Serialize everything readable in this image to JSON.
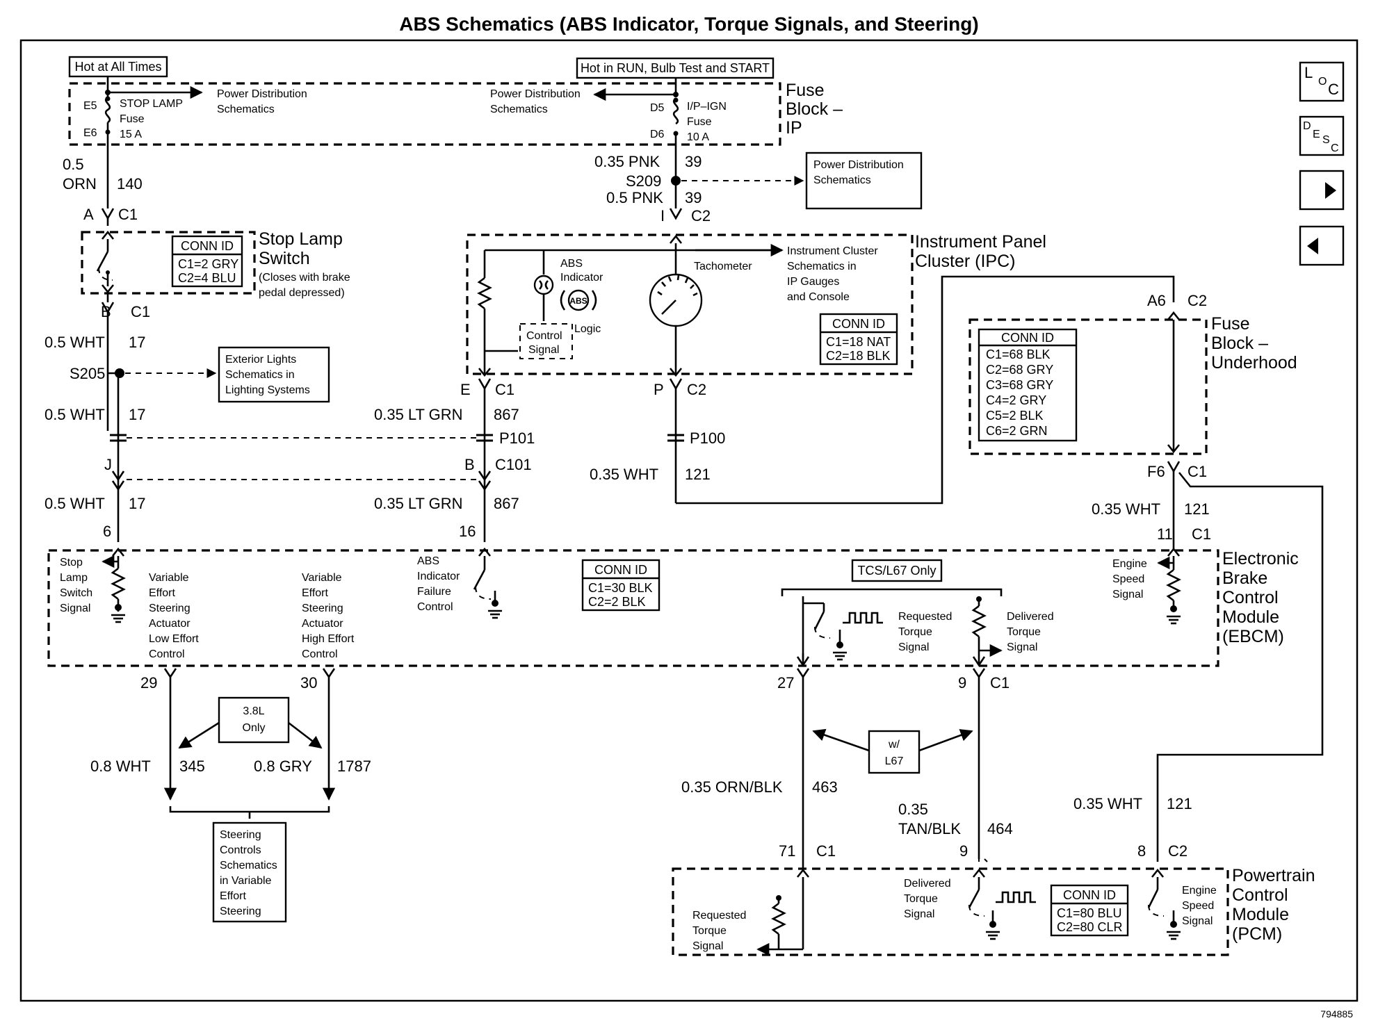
{
  "title": "ABS Schematics (ABS Indicator, Torque Signals, and Steering)",
  "figure_number": "794885",
  "nav_icons": [
    "location-icon",
    "description-icon",
    "next-arrow-icon",
    "previous-arrow-icon"
  ],
  "nav": {
    "loc": [
      "L",
      "O",
      "C"
    ],
    "desc": [
      "D",
      "E",
      "S",
      "C"
    ]
  },
  "fuse_block_ip": {
    "title": [
      "Fuse",
      "Block –",
      "IP"
    ],
    "hot_left": "Hot at All Times",
    "hot_right": "Hot in RUN, Bulb Test and START",
    "stop_fuse": {
      "pin_top": "E5",
      "pin_bot": "E6",
      "name": "STOP LAMP",
      "word": "Fuse",
      "rating": "15 A"
    },
    "ign_fuse": {
      "pin_top": "D5",
      "pin_bot": "D6",
      "name": "I/P–IGN",
      "word": "Fuse",
      "rating": "10 A"
    },
    "pd_left": [
      "Power Distribution",
      "Schematics"
    ],
    "pd_right": [
      "Power Distribution",
      "Schematics"
    ]
  },
  "wires": {
    "orn_size": "0.5",
    "orn_color": "ORN",
    "orn_circuit": "140",
    "pnk1_gauge": "0.35 PNK",
    "pnk1_circuit": "39",
    "s209": "S209",
    "pnk2_gauge": "0.5 PNK",
    "pnk2_circuit": "39",
    "wht17_a": "0.5 WHT",
    "wht17_a_circuit": "17",
    "s205": "S205",
    "wht17_b": "0.5 WHT",
    "wht17_b_circuit": "17",
    "wht17_c": "0.5 WHT",
    "wht17_c_circuit": "17",
    "ltgrn_a": "0.35 LT GRN",
    "ltgrn_a_circuit": "867",
    "ltgrn_b": "0.35 LT GRN",
    "ltgrn_b_circuit": "867",
    "wht121_a": "0.35 WHT",
    "wht121_a_circuit": "121",
    "wht121_b": "0.35 WHT",
    "wht121_b_circuit": "121",
    "wht121_c": "0.35 WHT",
    "wht121_c_circuit": "121",
    "wht345": "0.8 WHT",
    "wht345_circuit": "345",
    "gry1787": "0.8 GRY",
    "gry1787_circuit": "1787",
    "ornblk": "0.35 ORN/BLK",
    "ornblk_circuit": "463",
    "tanblk_1": "0.35",
    "tanblk_2": "TAN/BLK",
    "tanblk_circuit": "464"
  },
  "connectors": {
    "a": "A",
    "c1_stop_top": "C1",
    "b_stop": "B",
    "c1_stop_bot": "C1",
    "i": "I",
    "c2_ipc_top": "C2",
    "e": "E",
    "c1_ipc": "C1",
    "p": "P",
    "c2_ipc": "C2",
    "p101": "P101",
    "p100": "P100",
    "j": "J",
    "b_c101": "B",
    "c101": "C101",
    "a6": "A6",
    "c2_fbu": "C2",
    "f6": "F6",
    "c1_fbu": "C1",
    "pin6": "6",
    "pin16": "16",
    "pin11": "11",
    "c1_ebcm_top": "C1",
    "pin29": "29",
    "pin30": "30",
    "pin27": "27",
    "pin9": "9",
    "c1_ebcm_bot": "C1",
    "pin71": "71",
    "c1_pcm_a": "C1",
    "pin9b": "9",
    "pin8": "8",
    "c2_pcm": "C2"
  },
  "stop_lamp_switch": {
    "title": [
      "Stop Lamp",
      "Switch"
    ],
    "note": [
      "(Closes with brake",
      "pedal depressed)"
    ],
    "conn_id": {
      "header": "CONN ID",
      "rows": [
        "C1=2 GRY",
        "C2=4 BLU"
      ]
    }
  },
  "power_dist_box": [
    "Power Distribution",
    "Schematics"
  ],
  "exterior_lights_box": [
    "Exterior Lights",
    "Schematics in",
    "Lighting Systems"
  ],
  "ipc": {
    "title": [
      "Instrument Panel",
      "Cluster (IPC)"
    ],
    "abs_indicator": [
      "ABS",
      "Indicator"
    ],
    "abs_badge": "ABS",
    "logic": "Logic",
    "control_signal": [
      "Control",
      "Signal"
    ],
    "tachometer": "Tachometer",
    "cluster_ref": [
      "Instrument Cluster",
      "Schematics in",
      "IP Gauges",
      "and Console"
    ],
    "conn_id": {
      "header": "CONN ID",
      "rows": [
        "C1=18 NAT",
        "C2=18 BLK"
      ]
    }
  },
  "fuse_block_underhood": {
    "title": [
      "Fuse",
      "Block –",
      "Underhood"
    ],
    "conn_id": {
      "header": "CONN ID",
      "rows": [
        "C1=68 BLK",
        "C2=68 GRY",
        "C3=68 GRY",
        "C4=2 GRY",
        "C5=2 BLK",
        "C6=2 GRN"
      ]
    }
  },
  "ebcm": {
    "title": [
      "Electronic",
      "Brake",
      "Control",
      "Module",
      "(EBCM)"
    ],
    "stop_signal": [
      "Stop",
      "Lamp",
      "Switch",
      "Signal"
    ],
    "ves_low": [
      "Variable",
      "Effort",
      "Steering",
      "Actuator",
      "Low Effort",
      "Control"
    ],
    "ves_high": [
      "Variable",
      "Effort",
      "Steering",
      "Actuator",
      "High Effort",
      "Control"
    ],
    "abs_fail": [
      "ABS",
      "Indicator",
      "Failure",
      "Control"
    ],
    "conn_id": {
      "header": "CONN ID",
      "rows": [
        "C1=30 BLK",
        "C2=2 BLK"
      ]
    },
    "tcs_only": "TCS/L67 Only",
    "req_torque": [
      "Requested",
      "Torque",
      "Signal"
    ],
    "del_torque": [
      "Delivered",
      "Torque",
      "Signal"
    ],
    "engine_speed": [
      "Engine",
      "Speed",
      "Signal"
    ]
  },
  "only_38l": [
    "3.8L",
    "Only"
  ],
  "w_l67": [
    "w/",
    "L67"
  ],
  "steering_box": [
    "Steering",
    "Controls",
    "Schematics",
    "in Variable",
    "Effort",
    "Steering"
  ],
  "pcm": {
    "title": [
      "Powertrain",
      "Control",
      "Module",
      "(PCM)"
    ],
    "req_torque": [
      "Requested",
      "Torque",
      "Signal"
    ],
    "del_torque": [
      "Delivered",
      "Torque",
      "Signal"
    ],
    "engine_speed": [
      "Engine",
      "Speed",
      "Signal"
    ],
    "conn_id": {
      "header": "CONN ID",
      "rows": [
        "C1=80 BLU",
        "C2=80 CLR"
      ]
    }
  }
}
